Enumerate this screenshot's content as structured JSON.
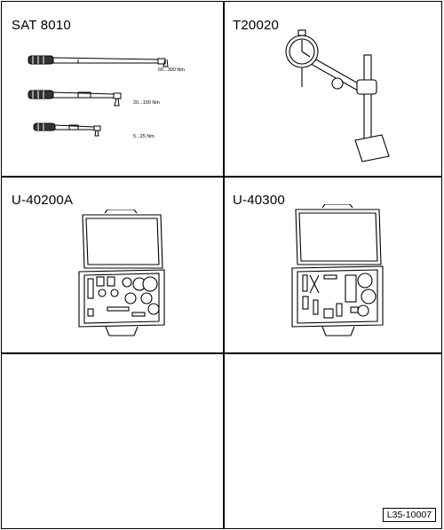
{
  "cells": [
    {
      "title": "SAT 8010",
      "ranges": [
        "60...300 Nm",
        "20...100 Nm",
        "5...25 Nm"
      ]
    },
    {
      "title": "T20020"
    },
    {
      "title": "U-40200A"
    },
    {
      "title": "U-40300"
    },
    {
      "title": ""
    },
    {
      "title": ""
    }
  ],
  "reference": "L35-10007"
}
